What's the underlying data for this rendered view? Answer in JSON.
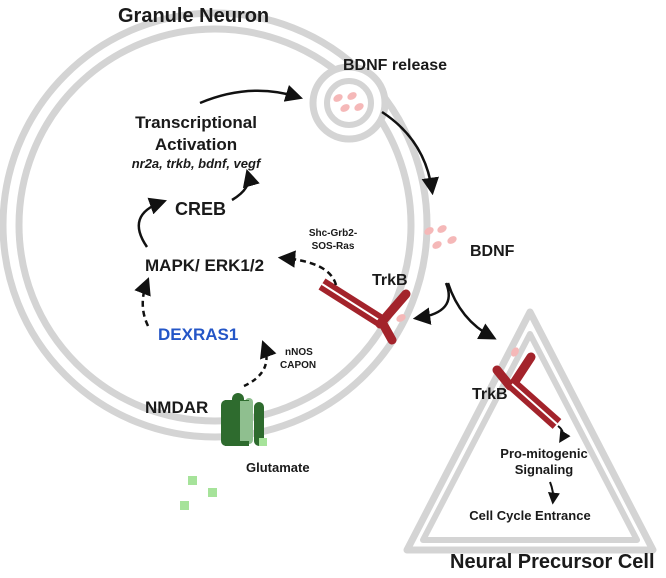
{
  "titles": {
    "granule_neuron": "Granule Neuron",
    "neural_precursor_cell": "Neural Precursor Cell"
  },
  "labels": {
    "bdnf_release": "BDNF release",
    "transcription_line1": "Transcriptional",
    "transcription_line2": "Activation",
    "target_genes": "nr2a, trkb, bdnf, vegf",
    "creb": "CREB",
    "shc_line1": "Shc-Grb2-",
    "shc_line2": "SOS-Ras",
    "mapk": "MAPK/ ERK1/2",
    "trkb_neuron": "TrkB",
    "bdnf": "BDNF",
    "dexras1": "DEXRAS1",
    "nnos": "nNOS",
    "capon": "CAPON",
    "nmdar": "NMDAR",
    "glutamate": "Glutamate",
    "trkb_precursor": "TrkB",
    "promitogenic_line1": "Pro-mitogenic",
    "promitogenic_line2": "Signaling",
    "cell_cycle": "Cell Cycle Entrance"
  },
  "colors": {
    "membrane": "#d4d4d4",
    "trkb_receptor": "#a3232b",
    "bdnf_particle": "#f5b8b8",
    "nmdar_dark": "#2e6b2e",
    "nmdar_light": "#8fbf8f",
    "glutamate": "#a6e39a",
    "dexras1_text": "#2456c7",
    "arrow": "#111111"
  }
}
